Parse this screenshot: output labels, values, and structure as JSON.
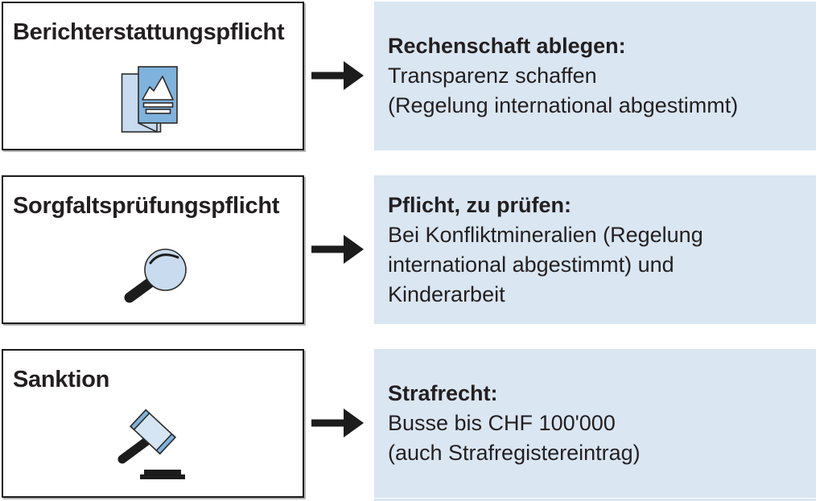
{
  "colors": {
    "panel_bg": "#dae6f2",
    "box_border": "#1a1a1a",
    "arrow_color": "#1c1c1c",
    "text_color": "#231f20",
    "icon_light_blue": "#c9dbee",
    "icon_mid_blue": "#7fb2dc",
    "icon_pale_blue": "#d6e5f3",
    "icon_outline": "#2b2b2b"
  },
  "rows": [
    {
      "label": "Berichterstattungspflicht",
      "icon": "report-document-icon",
      "result": {
        "title": "Rechenschaft ablegen:",
        "lines": [
          "Transparenz schaffen",
          "(Regelung international abgestimmt)"
        ]
      }
    },
    {
      "label": "Sorgfaltsprüfungspflicht",
      "icon": "magnifier-icon",
      "result": {
        "title": "Pflicht, zu prüfen:",
        "lines": [
          "Bei Konfliktmineralien (Regelung",
          "international abgestimmt) und",
          "Kinderarbeit"
        ]
      }
    },
    {
      "label": "Sanktion",
      "icon": "gavel-icon",
      "result": {
        "title": "Strafrecht:",
        "lines": [
          "Busse bis CHF 100'000",
          "(auch Strafregistereintrag)"
        ]
      }
    }
  ]
}
